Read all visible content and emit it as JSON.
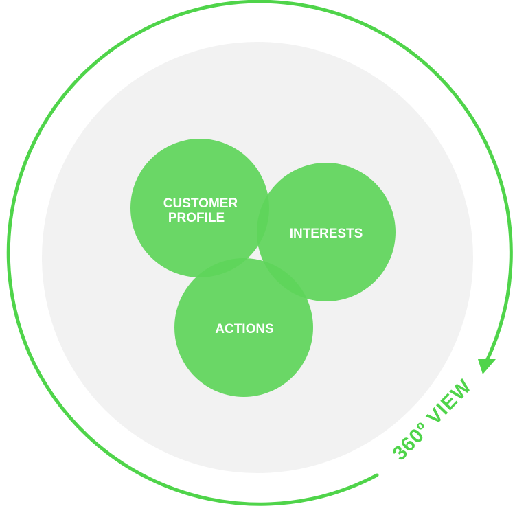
{
  "diagram": {
    "circles": [
      {
        "id": "customer-profile",
        "lines": [
          "CUSTOMER",
          "PROFILE"
        ]
      },
      {
        "id": "interests",
        "lines": [
          "INTERESTS"
        ]
      },
      {
        "id": "actions",
        "lines": [
          "ACTIONS"
        ]
      }
    ],
    "ring_label": "360º VIEW"
  },
  "colors": {
    "accent": "#4fd44a",
    "circle_fill": "#5ed55a",
    "circle_overlap": "#4cc748",
    "background_disc": "#f2f2f2",
    "label_text": "#ffffff"
  }
}
